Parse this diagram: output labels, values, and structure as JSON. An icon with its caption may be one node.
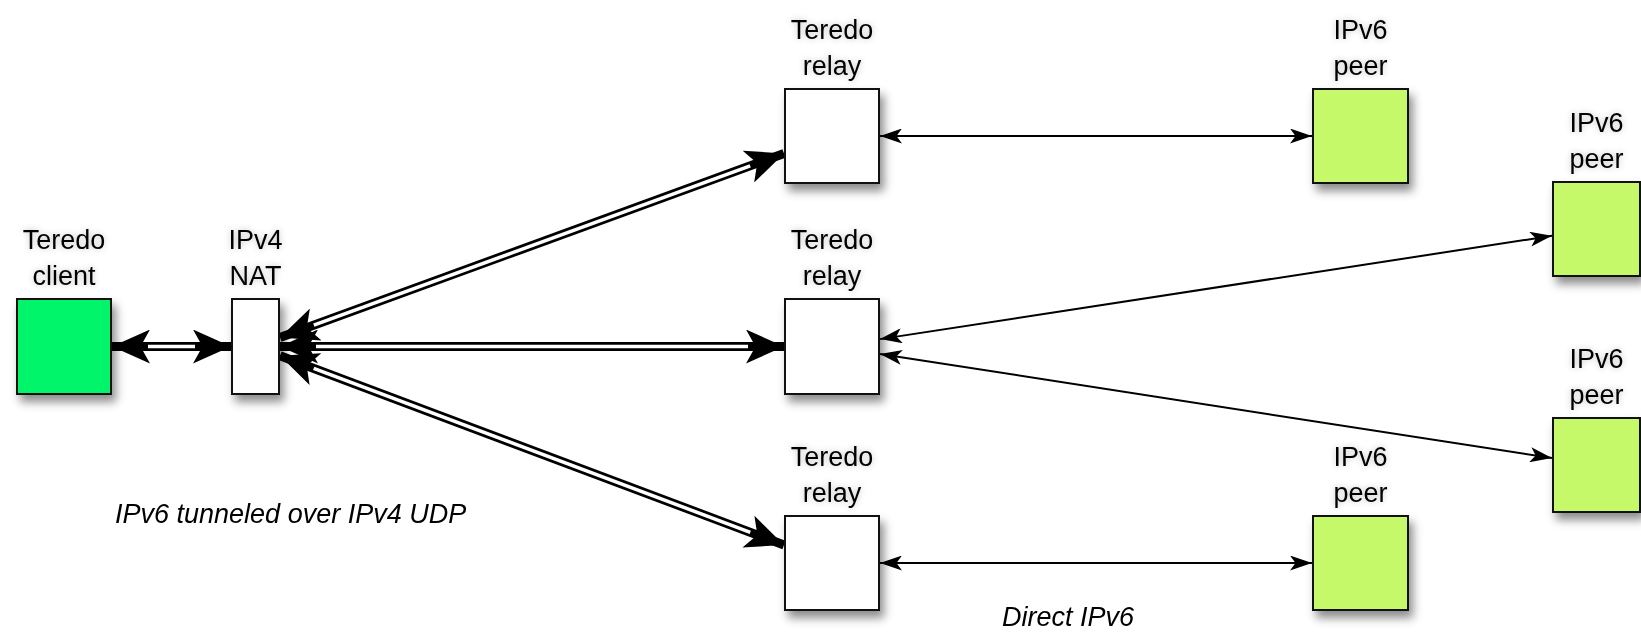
{
  "diagram": {
    "nodes": [
      {
        "text": [
          "Teredo client"
        ]
      },
      {
        "text": [
          "IPv4 NAT"
        ]
      },
      {
        "text": [
          "Teredo relay"
        ]
      },
      {
        "text": [
          "IPv6 peer"
        ]
      },
      {
        "text": [
          "Teredo relay"
        ]
      },
      {
        "text": [
          "IPv6 peer"
        ]
      },
      {
        "text": [
          "IPv6 peer"
        ]
      },
      {
        "text": [
          "Teredo relay"
        ]
      },
      {
        "text": [
          "IPv6 peer"
        ]
      }
    ],
    "edges": [
      {
        "from": 0,
        "to": 1,
        "arrow": "both",
        "style": "thick"
      },
      {
        "from": 1,
        "to": 2,
        "arrow": "both",
        "style": "thick"
      },
      {
        "from": 1,
        "to": 4,
        "arrow": "both",
        "style": "thick"
      },
      {
        "from": 1,
        "to": 7,
        "arrow": "both",
        "style": "thick"
      },
      {
        "from": 2,
        "to": 3,
        "arrow": "both"
      },
      {
        "from": 4,
        "to": 5,
        "arrow": "both"
      },
      {
        "from": 4,
        "to": 6,
        "arrow": "both"
      },
      {
        "from": 7,
        "to": 8,
        "arrow": "both"
      }
    ],
    "labels": [
      "IPv6 tunneled over IPv4 UDP",
      "Direct IPv6"
    ]
  }
}
